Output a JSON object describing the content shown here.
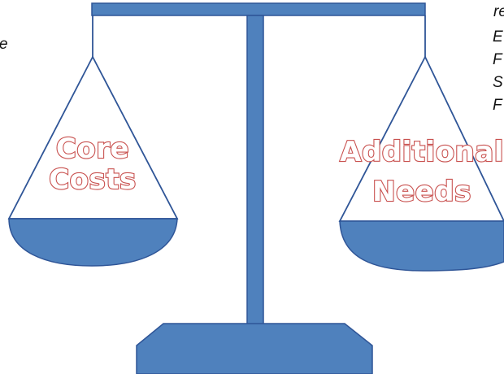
{
  "colors": {
    "scale_fill": "#4f81bd",
    "scale_stroke": "#2f5597",
    "string": "#2f5597",
    "label_outline": "#c8504e",
    "label_fill": "#ffffff"
  },
  "left_pan": {
    "line1": "Core",
    "line2": "Costs"
  },
  "right_pan": {
    "line1": "Additional",
    "line2": "Needs"
  },
  "side_text_right": [
    "re",
    "E",
    "F",
    "S",
    "F"
  ],
  "side_text_left": [
    "e"
  ]
}
